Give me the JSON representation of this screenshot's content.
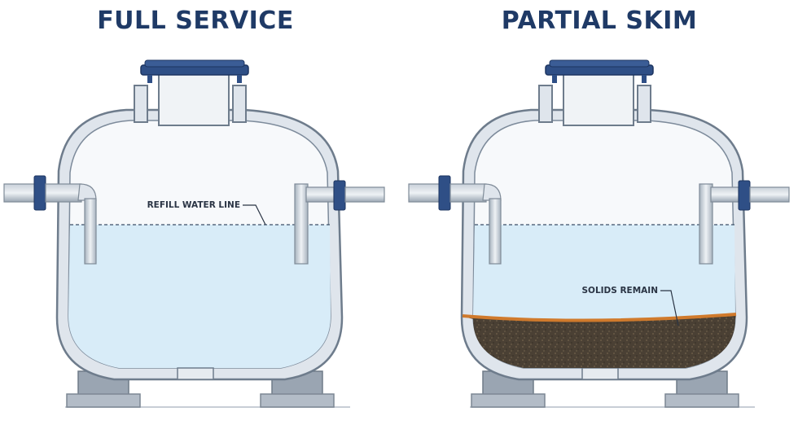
{
  "panels": [
    {
      "title": "FULL SERVICE",
      "callout": "REFILL WATER LINE"
    },
    {
      "title": "PARTIAL SKIM",
      "callout": "SOLIDS REMAIN"
    }
  ],
  "colors": {
    "title": "#1f3a66",
    "tank_shell": "#b9c3cf",
    "water": "#d8ecf8",
    "flange": "#2f4f86",
    "sludge": "#4a4034",
    "sludge_edge": "#d07a2c",
    "support": "#8794a3"
  }
}
